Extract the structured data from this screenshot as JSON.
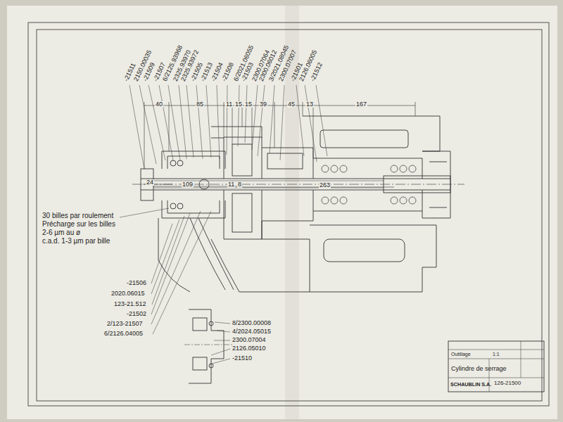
{
  "diagram": {
    "labels": [
      "-21511",
      "2150.00035",
      "-21509",
      "-21507",
      "6/2125.93968",
      "2325.93970",
      "2325.93972",
      "-21505",
      "-21513",
      "-21504",
      "-21508",
      "6/2021.06055",
      "-21503",
      "2300.07064",
      "2300.06012",
      "3/2021.08045",
      "2300.07007",
      "-21501",
      "2126.06005",
      "-21512",
      "40",
      "85",
      "11",
      "15",
      "15",
      "39",
      "45",
      "13",
      "167",
      "24",
      "109",
      "11",
      "8",
      "263",
      "30 billes par roulement",
      "Précharge sur les billes",
      "2-6 µm au ø",
      "c.a.d. 1-3 µm par bille",
      "-21506",
      "2020.06015",
      "123-21.512",
      "-21502",
      "2/123-21507",
      "6/2126.04005",
      "8/2300.00008",
      "4/2024.05015",
      "2300.07004",
      "2126.05010",
      "-21510",
      "Outillage",
      "1:1",
      "Cylindre de serrage",
      "SCHAUBLIN S.A.",
      "126-21500"
    ]
  }
}
